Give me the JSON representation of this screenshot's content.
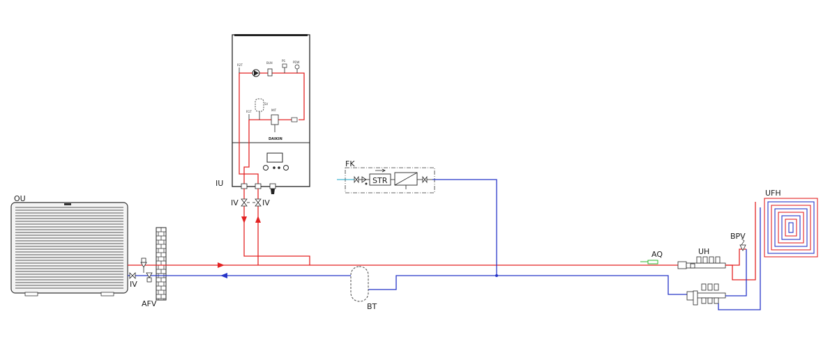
{
  "labels": {
    "ou": "OU",
    "iu": "IU",
    "iv_left": "IV",
    "iv_mid": "IV",
    "iv_right": "IV",
    "afv": "AFV",
    "fk": "FK",
    "str": "STR",
    "aq": "AQ",
    "uh": "UH",
    "bpv": "BPV",
    "ufh": "UFH",
    "bt": "BT"
  },
  "iu_panel": {
    "logo": "DAIKIN",
    "sensors": [
      "R2T",
      "BUH",
      "PS",
      "PDW",
      "R1T",
      "SV",
      "MIT"
    ]
  },
  "colors": {
    "flow": "#e32222",
    "return": "#2534c8",
    "aq": "#2bb52b",
    "outline": "#222222"
  }
}
